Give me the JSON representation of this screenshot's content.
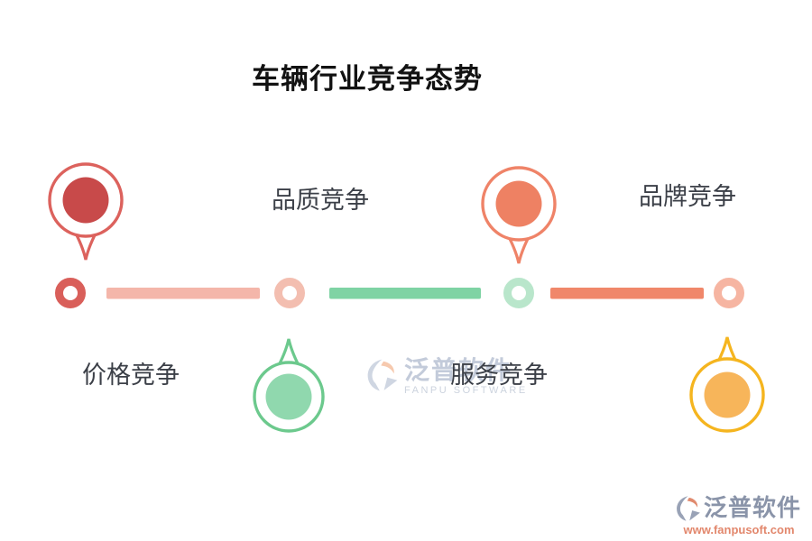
{
  "title": "车辆行业竞争态势",
  "milestones": [
    {
      "id": "price",
      "label": "价格竞争",
      "label_side": "below-line",
      "balloon_side": "above-line",
      "ring_color": "#d95f5a",
      "balloon_outline": "#dc625d",
      "balloon_fill": "#c84a4a"
    },
    {
      "id": "quality",
      "label": "品质竞争",
      "label_side": "above-line",
      "balloon_side": "below-line",
      "ring_color": "#f3beb0",
      "balloon_outline": "#6cc98d",
      "balloon_fill": "#90d8ae"
    },
    {
      "id": "service",
      "label": "服务竞争",
      "label_side": "below-line",
      "balloon_side": "above-line",
      "ring_color": "#b9e6cb",
      "balloon_outline": "#ef8368",
      "balloon_fill": "#ee8163"
    },
    {
      "id": "brand",
      "label": "品牌竞争",
      "label_side": "above-line",
      "balloon_side": "below-line",
      "ring_color": "#f6b5a2",
      "balloon_outline": "#f5b51f",
      "balloon_fill": "#f7b55a"
    }
  ],
  "segments": [
    "#f4b6aa",
    "#7fd3a4",
    "#f0876a"
  ],
  "watermark_center": {
    "brand": "泛普软件",
    "subtitle": "FANPU SOFTWARE",
    "logo_gray": "#cfd6e2",
    "logo_accent": "#f6c9ae"
  },
  "watermark_corner": {
    "brand": "泛普软件",
    "url": "www.fanpusoft.com",
    "logo_gray": "#99a2b6",
    "logo_accent": "#e08a6e"
  }
}
